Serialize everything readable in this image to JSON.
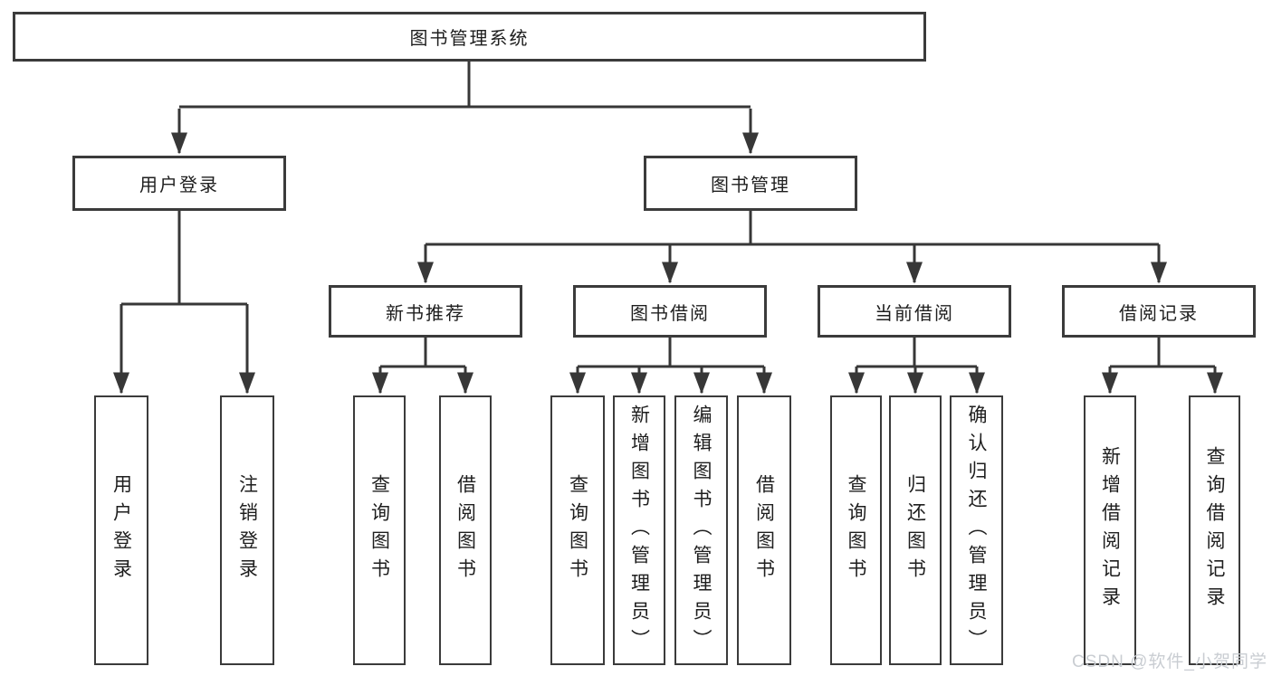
{
  "diagram_type": "function-structure-tree",
  "colors": {
    "line": "#373737",
    "box_border": "#3b3b3b",
    "text": "#1e1e1e",
    "background": "#ffffff",
    "watermark": "#c9cdd2"
  },
  "watermark": "CSDN @软件_小贺同学",
  "tree": {
    "root": {
      "label": "图书管理系统",
      "children": [
        {
          "label": "用户登录",
          "children": [
            {
              "label": "用户登录"
            },
            {
              "label": "注销登录"
            }
          ]
        },
        {
          "label": "图书管理",
          "children": [
            {
              "label": "新书推荐",
              "children": [
                {
                  "label": "查询图书"
                },
                {
                  "label": "借阅图书"
                }
              ]
            },
            {
              "label": "图书借阅",
              "children": [
                {
                  "label": "查询图书"
                },
                {
                  "label": "新增图书（管理员）"
                },
                {
                  "label": "编辑图书（管理员）"
                },
                {
                  "label": "借阅图书"
                }
              ]
            },
            {
              "label": "当前借阅",
              "children": [
                {
                  "label": "查询图书"
                },
                {
                  "label": "归还图书"
                },
                {
                  "label": "确认归还（管理员）"
                }
              ]
            },
            {
              "label": "借阅记录",
              "children": [
                {
                  "label": "新增借阅记录"
                },
                {
                  "label": "查询借阅记录"
                }
              ]
            }
          ]
        }
      ]
    }
  }
}
